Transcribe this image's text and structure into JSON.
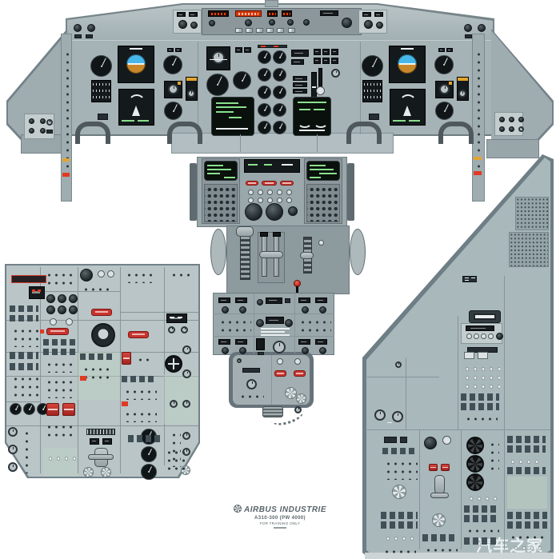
{
  "poster": {
    "brand": "AIRBUS INDUSTRIE",
    "model": "A310-300 (PW 4000)",
    "note": "FOR TRAINING ONLY",
    "watermark": "汽车之家"
  },
  "colors": {
    "background": "#ffffff",
    "panel_gray": "#a5b2b6",
    "overhead_gray": "#b9c5c6",
    "pedestal_gray": "#9aa7ab",
    "side_panel_gray": "#a9b8bb",
    "edge_dark": "#6e7c80",
    "instrument_black": "#14191c",
    "crt_green": "#8ae08d",
    "adi_sky_blue": "#45b6e8",
    "adi_earth_amber": "#c8882a",
    "fcu_red_display": "#d33305",
    "red_switch": "#c9332e"
  }
}
